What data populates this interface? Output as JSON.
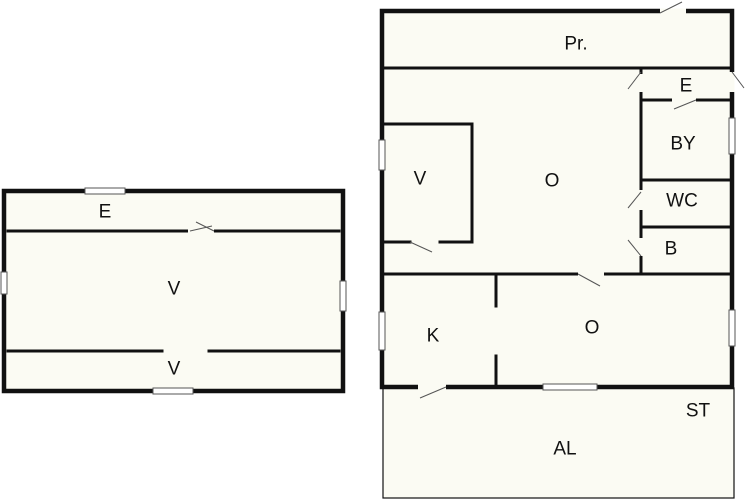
{
  "rooms": {
    "left_top_e": "E",
    "left_mid_v": "V",
    "left_bottom_v": "V",
    "pr": "Pr.",
    "right_e": "E",
    "right_v": "V",
    "right_o_upper": "O",
    "by": "BY",
    "wc": "WC",
    "b": "B",
    "k": "K",
    "right_o_lower": "O",
    "st": "ST",
    "al": "AL"
  }
}
